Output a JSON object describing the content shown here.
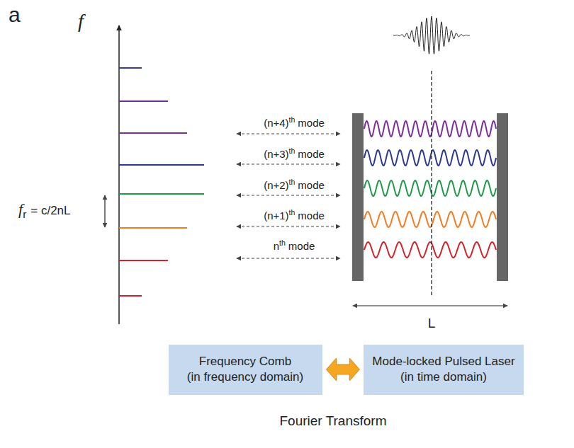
{
  "diagram": {
    "nodes": [
      {
        "text": [
          "Frequency Comb",
          "(in frequency domain)"
        ]
      },
      {
        "text": [
          "Mode-locked Pulsed Laser",
          "(in time domain)"
        ]
      }
    ],
    "edges": [
      {
        "from": 0,
        "to": 1,
        "arrow": "both"
      }
    ],
    "labels": [
      "a",
      "f",
      "f",
      "r",
      "= c/2nL",
      "(n+4)",
      "th",
      "mode",
      "(n+3)",
      "th",
      "mode",
      "(n+2)",
      "th",
      "mode",
      "(n+1)",
      "th",
      "mode",
      "n",
      "th",
      "mode",
      "L",
      "Fourier Transform"
    ]
  }
}
